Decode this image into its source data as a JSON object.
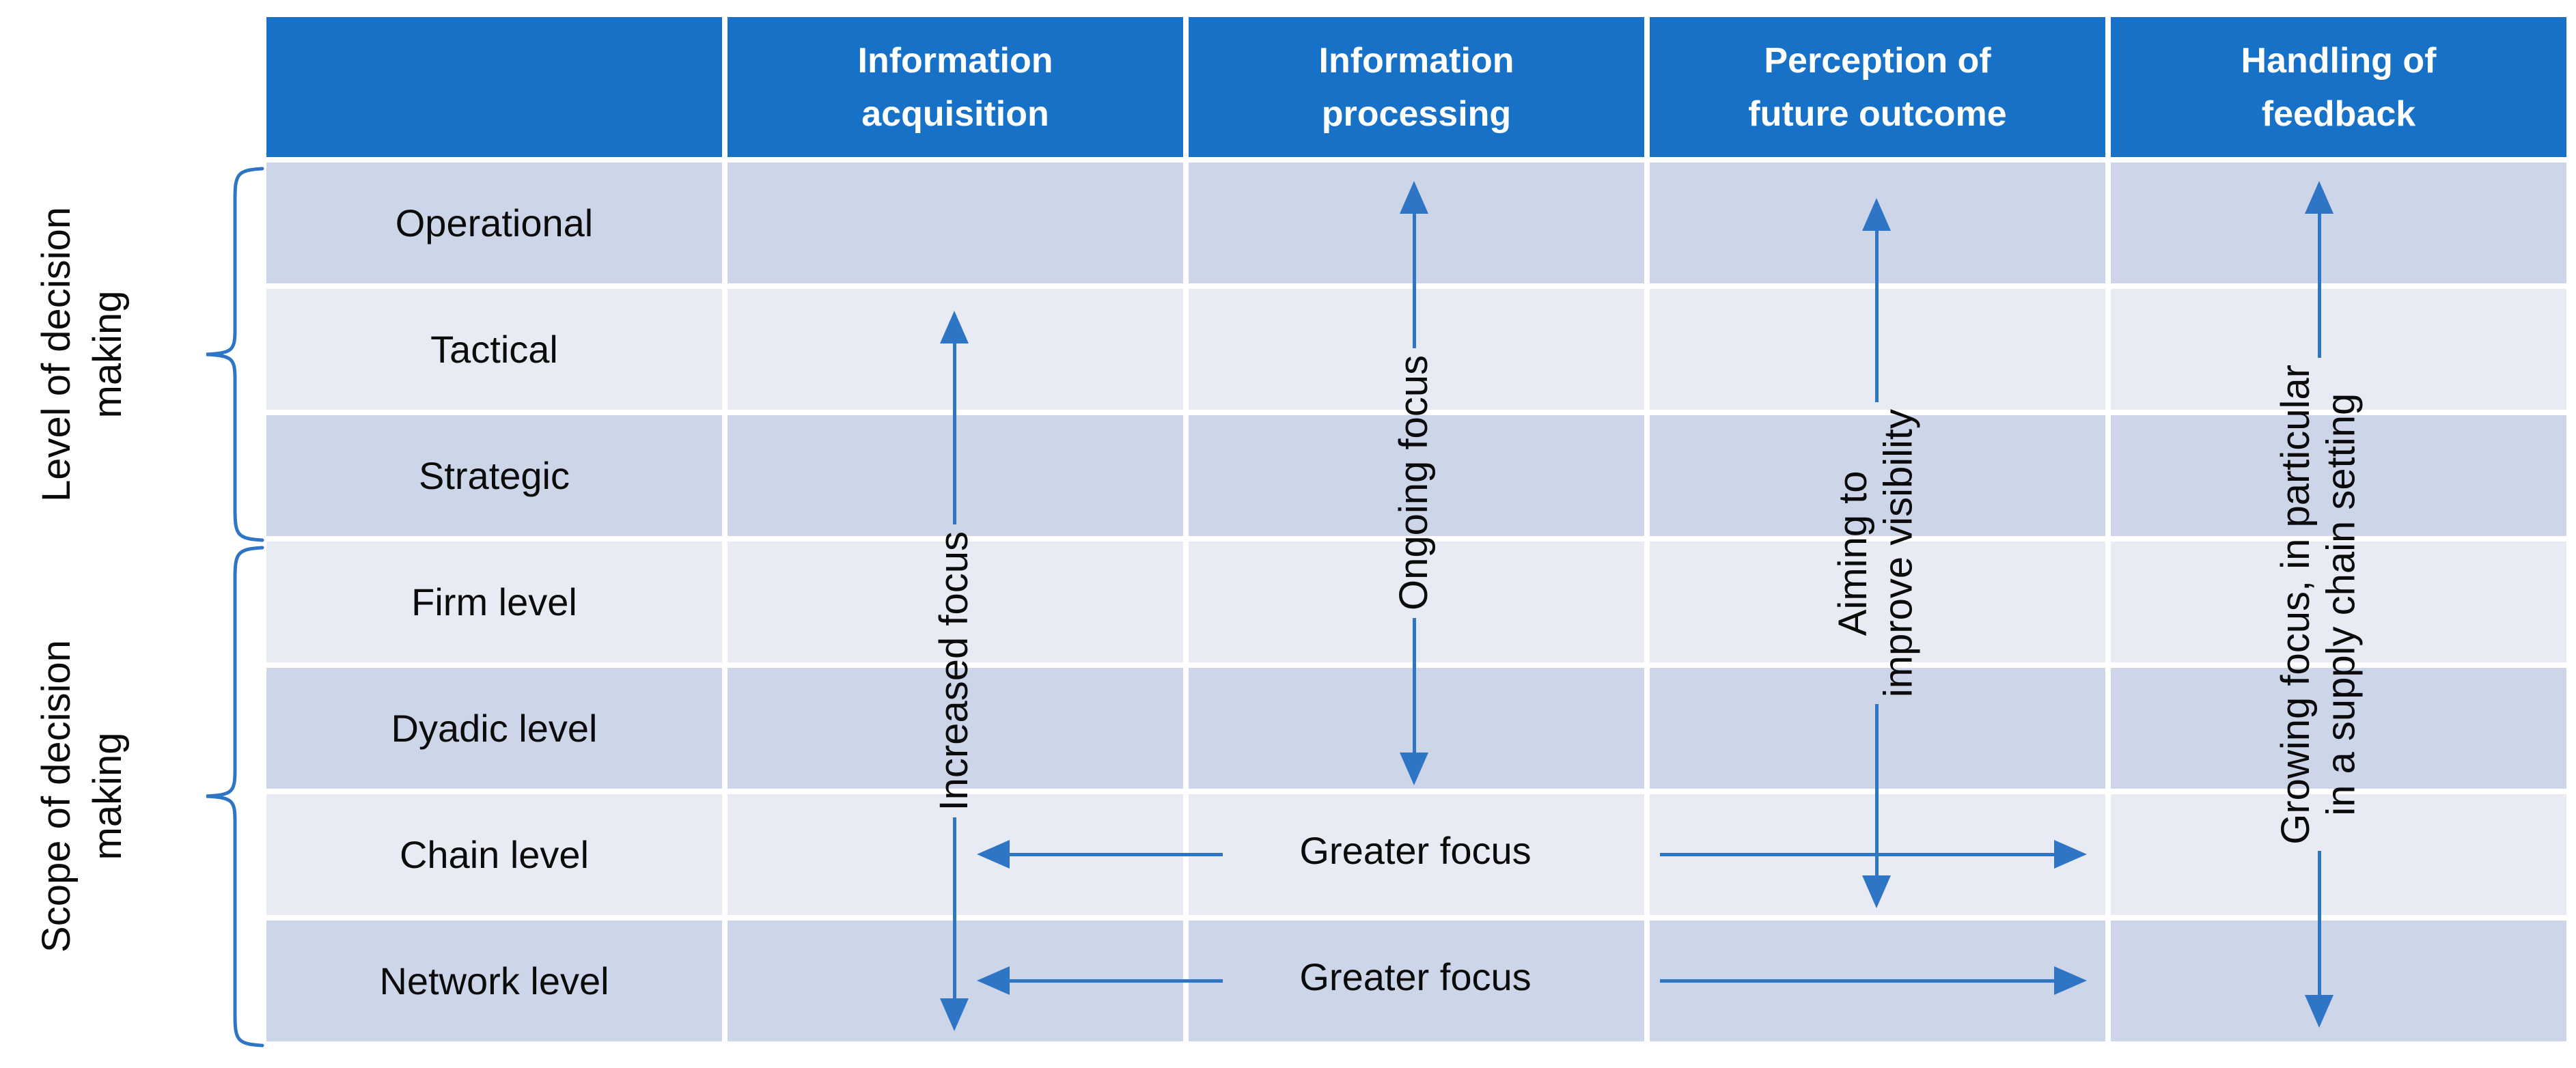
{
  "table": {
    "header": [
      {
        "line1": "",
        "line2": ""
      },
      {
        "line1": "Information",
        "line2": "acquisition"
      },
      {
        "line1": "Information",
        "line2": "processing"
      },
      {
        "line1": "Perception of",
        "line2": "future outcome"
      },
      {
        "line1": "Handling of",
        "line2": "feedback"
      }
    ],
    "rows": [
      {
        "label": "Operational"
      },
      {
        "label": "Tactical"
      },
      {
        "label": "Strategic"
      },
      {
        "label": "Firm level"
      },
      {
        "label": "Dyadic level"
      },
      {
        "label": "Chain level"
      },
      {
        "label": "Network level"
      }
    ]
  },
  "side_labels": {
    "level": {
      "line1": "Level of decision",
      "line2": "making"
    },
    "scope": {
      "line1": "Scope of decision",
      "line2": "making"
    }
  },
  "annotations": {
    "information_acquisition": {
      "label": "Increased focus"
    },
    "information_processing": {
      "label": "Ongoing focus"
    },
    "perception_of_future_outcome": {
      "line1": "Aiming to",
      "line2": "improve visibility"
    },
    "handling_of_feedback": {
      "line1": "Growing focus, in particular",
      "line2": "in a supply chain setting"
    },
    "chain_row": {
      "label": "Greater focus"
    },
    "network_row": {
      "label": "Greater focus"
    }
  },
  "colors": {
    "header_bg": "#1772C7",
    "row_dark": "#CDD5E9",
    "row_light": "#E8EBF4",
    "arrow": "#2E75C5",
    "header_text": "#FFFFFF",
    "body_text": "#0B0B0B"
  }
}
